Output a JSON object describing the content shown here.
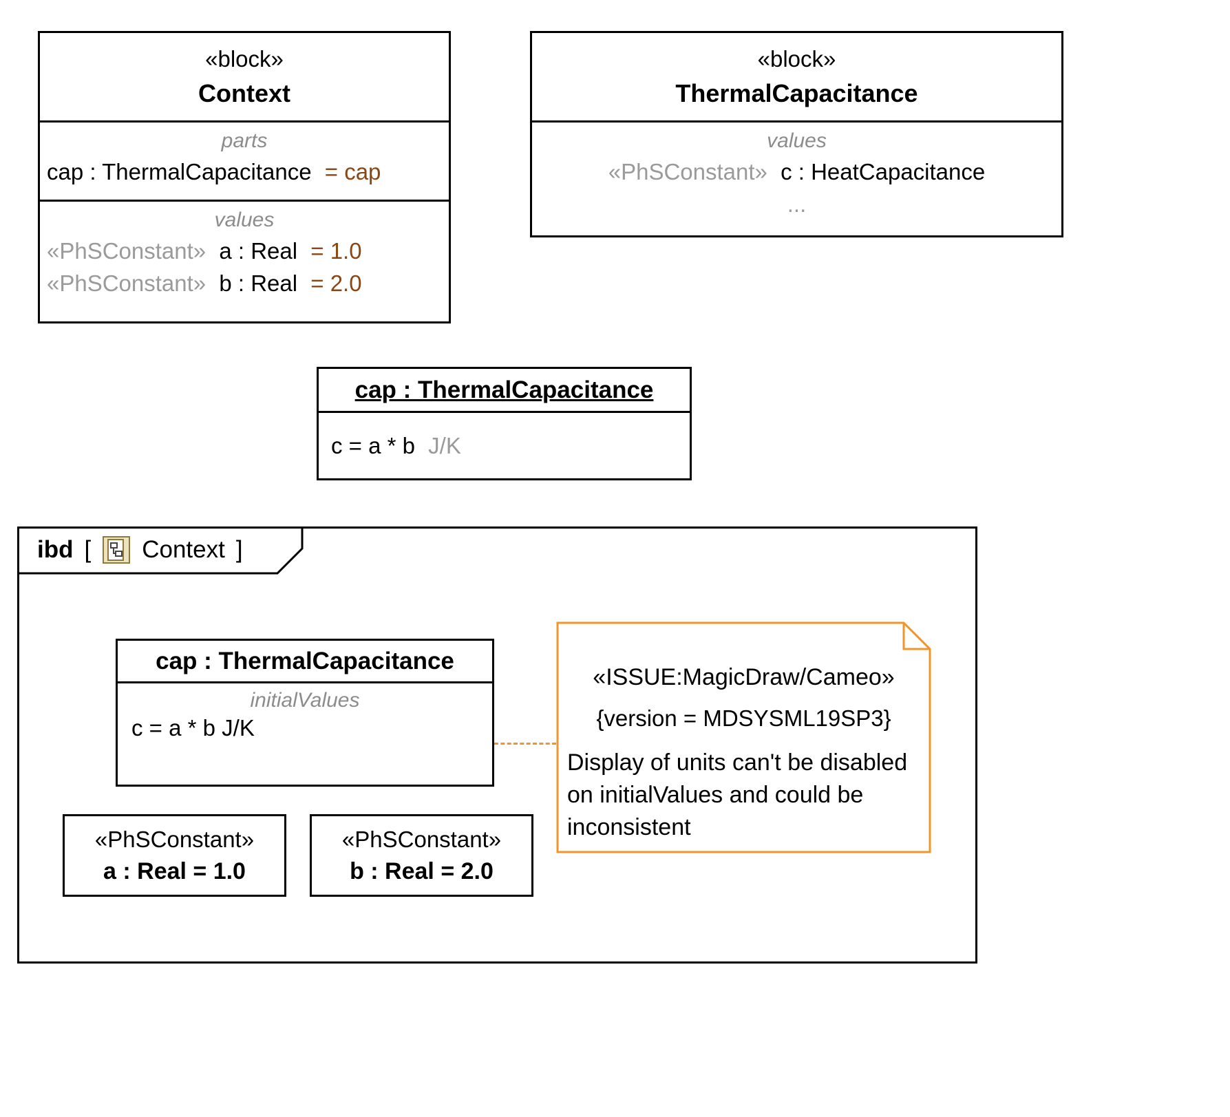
{
  "colors": {
    "border_black": "#000000",
    "stereotype_gray": "#9a9a9a",
    "label_gray": "#8c8c8c",
    "default_value_brown": "#8a4613",
    "note_orange": "#f0942d",
    "icon_tan": "#efe3bd"
  },
  "context_block": {
    "stereotype": "«block»",
    "title": "Context",
    "parts": {
      "label": "parts",
      "item": {
        "name": "cap : ThermalCapacitance",
        "default": "= cap"
      }
    },
    "values": {
      "label": "values",
      "items": [
        {
          "stereotype": "«PhSConstant»",
          "name": "a : Real",
          "default": "= 1.0"
        },
        {
          "stereotype": "«PhSConstant»",
          "name": "b : Real",
          "default": "= 2.0"
        }
      ]
    }
  },
  "thermal_block": {
    "stereotype": "«block»",
    "title": "ThermalCapacitance",
    "values": {
      "label": "values",
      "item": {
        "stereotype": "«PhSConstant»",
        "name": "c : HeatCapacitance"
      },
      "ellipsis": "..."
    }
  },
  "cap_instance": {
    "title": "cap : ThermalCapacitance",
    "equation": "c = a * b",
    "unit": "J/K"
  },
  "ibd_frame": {
    "kind": "ibd",
    "open_bracket": "[",
    "diagram_name": "Context",
    "close_bracket": "]",
    "cap_part": {
      "title": "cap : ThermalCapacitance",
      "label": "initialValues",
      "equation": "c = a * b J/K"
    },
    "const_a": {
      "stereotype": "«PhSConstant»",
      "value": "a : Real = 1.0"
    },
    "const_b": {
      "stereotype": "«PhSConstant»",
      "value": "b : Real = 2.0"
    },
    "note": {
      "stereotype": "«ISSUE:MagicDraw/Cameo»",
      "version": "{version = MDSYSML19SP3}",
      "text": "Display of units can't be disabled on initialValues and could be inconsistent"
    }
  }
}
